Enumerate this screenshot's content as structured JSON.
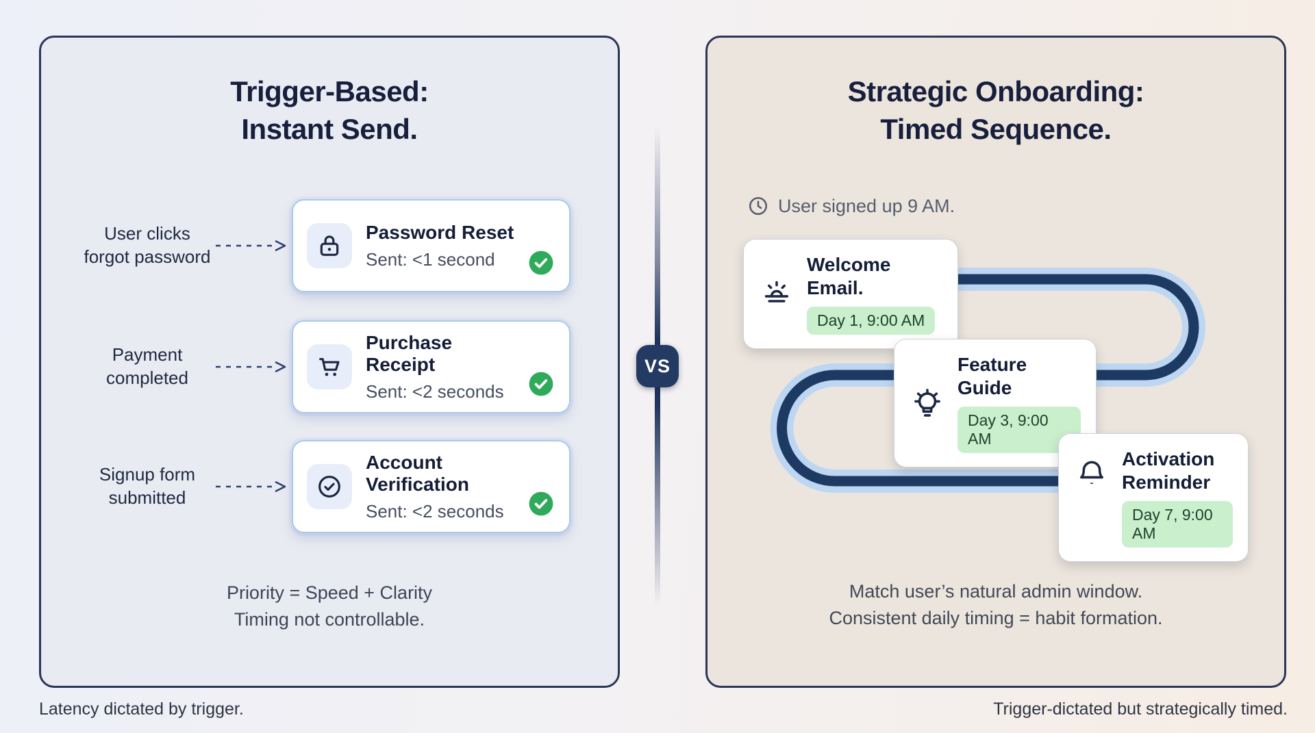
{
  "left_panel": {
    "title_line1": "Trigger-Based:",
    "title_line2": "Instant Send.",
    "rows": [
      {
        "trigger_line1": "User clicks",
        "trigger_line2": "forgot password",
        "icon": "lock-icon",
        "title": "Password Reset",
        "sent": "Sent: <1 second"
      },
      {
        "trigger_line1": "Payment",
        "trigger_line2": "completed",
        "icon": "cart-icon",
        "title": "Purchase Receipt",
        "sent": "Sent: <2 seconds"
      },
      {
        "trigger_line1": "Signup form",
        "trigger_line2": "submitted",
        "icon": "check-circle-icon",
        "title": "Account Verification",
        "sent": "Sent: <2 seconds"
      }
    ],
    "footer_line1": "Priority = Speed + Clarity",
    "footer_line2": "Timing not controllable.",
    "caption": "Latency dictated by trigger."
  },
  "divider": {
    "vs_label": "VS"
  },
  "right_panel": {
    "title_line1": "Strategic Onboarding:",
    "title_line2": "Timed Sequence.",
    "signup_note": "User signed up 9 AM.",
    "steps": [
      {
        "icon": "sunrise-icon",
        "title": "Welcome Email.",
        "badge": "Day 1, 9:00 AM"
      },
      {
        "icon": "lightbulb-icon",
        "title": "Feature Guide",
        "badge": "Day 3, 9:00 AM"
      },
      {
        "icon": "bell-icon",
        "title_line1": "Activation",
        "title_line2": "Reminder",
        "badge": "Day 7, 9:00 AM"
      }
    ],
    "footer_line1": "Match user’s natural admin window.",
    "footer_line2": "Consistent daily timing = habit formation.",
    "caption": "Trigger-dictated but strategically timed."
  },
  "colors": {
    "accent_navy": "#22345c",
    "card_border_blue": "#a9c8ef",
    "path_light_blue": "#bdd7f3",
    "path_dark_navy": "#1d3a63",
    "success_green": "#2fa95a",
    "pill_green": "#c9efcd"
  }
}
